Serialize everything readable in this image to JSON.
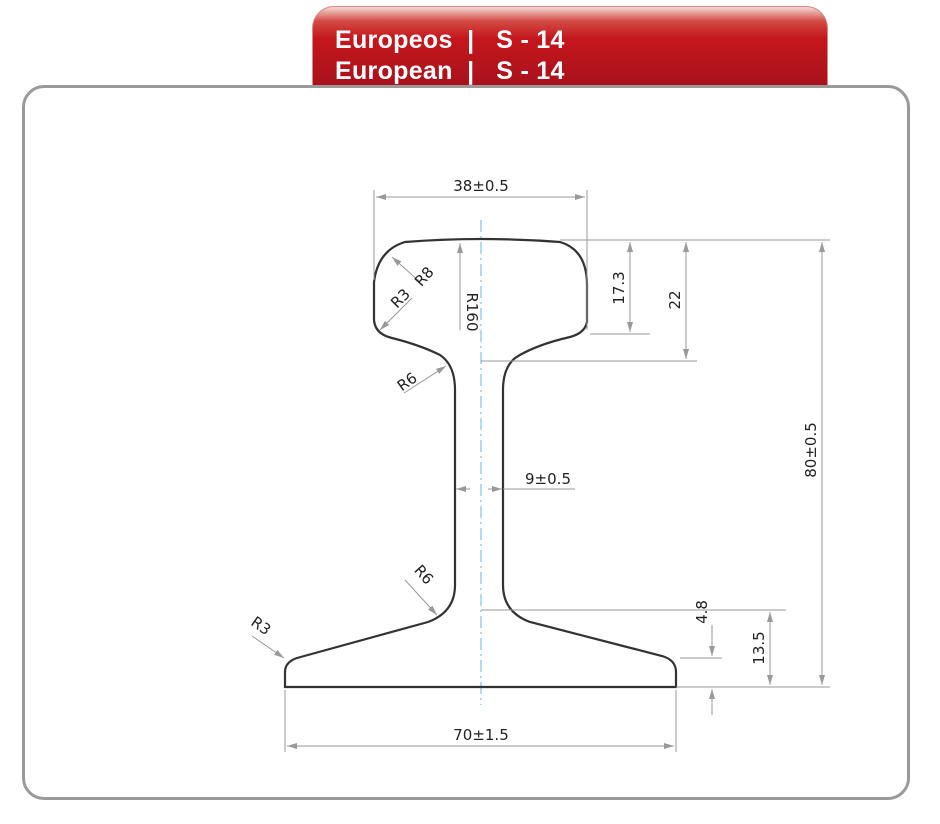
{
  "header": {
    "line1": "Europeos  |   S - 14",
    "line2": "European  |   S - 14",
    "color": "#c4161c"
  },
  "dimensions": {
    "head_width": "38±0.5",
    "head_height": "17.3",
    "head_to_web": "22",
    "total_height": "80±0.5",
    "web_width": "9±0.5",
    "foot_edge": "4.8",
    "foot_height": "13.5",
    "base_width": "70±1.5",
    "r_head_outer": "R8",
    "r_head_inner": "R3",
    "r_top": "R160",
    "r_web_top": "R6",
    "r_web_bottom": "R6",
    "r_foot": "R3"
  }
}
